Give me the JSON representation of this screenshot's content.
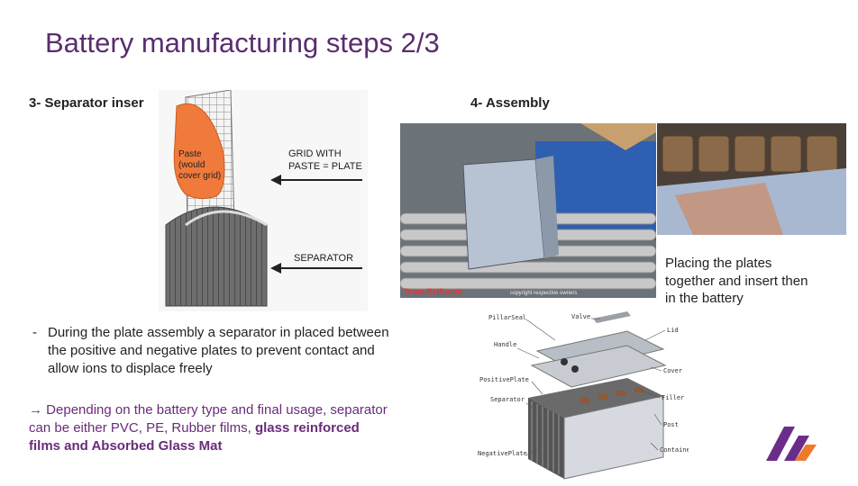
{
  "title": "Battery manufacturing steps 2/3",
  "section3": {
    "heading": "3- Separator inser",
    "figure": {
      "paste_label_1": "Paste",
      "paste_label_2": "(would",
      "paste_label_3": "cover grid)",
      "grid_label_1": "GRID WITH",
      "grid_label_2": "PASTE = PLATE",
      "separator_label": "SEPARATOR"
    },
    "bullet_marker": "-",
    "bullet_text": "During the plate assembly a separator in placed between the positive and negative plates to prevent contact and allow ions to displace freely",
    "note_arrow": "→",
    "note_plain": "Depending on the battery type and final usage, separator can be either PVC, PE, Rubber films,",
    "note_bold": "glass reinforced films and Absorbed Glass Mat"
  },
  "section4": {
    "heading": "4- Assembly",
    "photo_watermark": "Team-BHP.com",
    "photo_copyright": "copyright respective owners",
    "caption": "Placing the plates together and insert then in the battery",
    "diagram_labels": {
      "pillar_seal": "PillarSeal",
      "valve": "Valve",
      "lid": "Lid",
      "handle": "Handle",
      "cover": "Cover",
      "positive_plate": "PositivePlate",
      "filler": "Filler",
      "separator": "Separator",
      "post": "Post",
      "container": "Container",
      "negative_plate": "NegativePlate"
    }
  },
  "colors": {
    "title": "#5a2d6e",
    "logo_purple": "#6b2d8a",
    "logo_orange": "#f07a2a",
    "paste_orange": "#f07a3c"
  }
}
